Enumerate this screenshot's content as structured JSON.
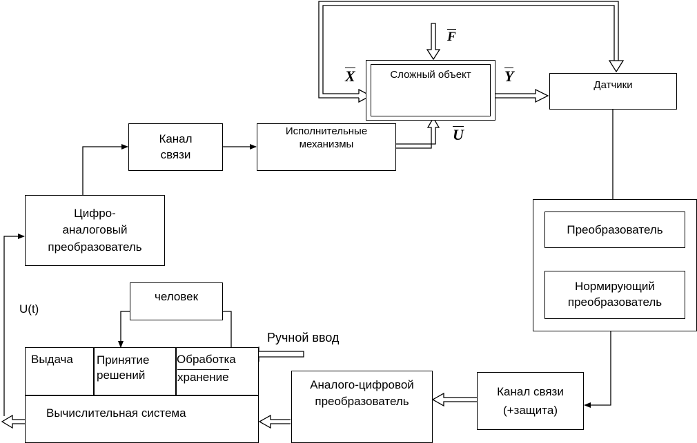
{
  "blocks": {
    "complex_object": "Сложный объект",
    "sensors": "Датчики",
    "executive": "Исполнительные\nмеханизмы",
    "channel_top": "Канал\nсвязи",
    "dac": "Цифро-\nаналоговый\nпреобразователь",
    "converter": "Преобразователь",
    "norm_converter": "Нормирующий\nпреобразователь",
    "channel_bottom": "Канал связи\n(+защита)",
    "adc": "Аналого-цифровой\nпреобразователь",
    "human": "человек",
    "output": "Выдача",
    "decision": "Принятие\nрешений",
    "processing": "Обработка",
    "storage": "хранение",
    "computing_system": "Вычислительная система"
  },
  "labels": {
    "manual_input": "Ручной ввод",
    "u_t": "U(t)",
    "var_x": "X",
    "var_y": "Y",
    "var_f": "F",
    "var_u": "U"
  }
}
